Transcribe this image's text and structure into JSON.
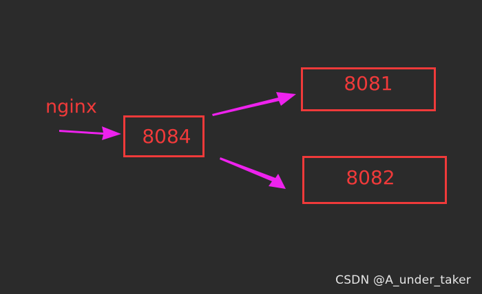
{
  "diagram": {
    "source_label": "nginx",
    "nodes": {
      "proxy": "8084",
      "upstream_1": "8081",
      "upstream_2": "8082"
    }
  },
  "watermark": "CSDN @A_under_taker",
  "colors": {
    "background": "#2b2b2b",
    "box_and_text": "#f03a3a",
    "arrow": "#ee22ee",
    "watermark": "#e6e6e6"
  }
}
